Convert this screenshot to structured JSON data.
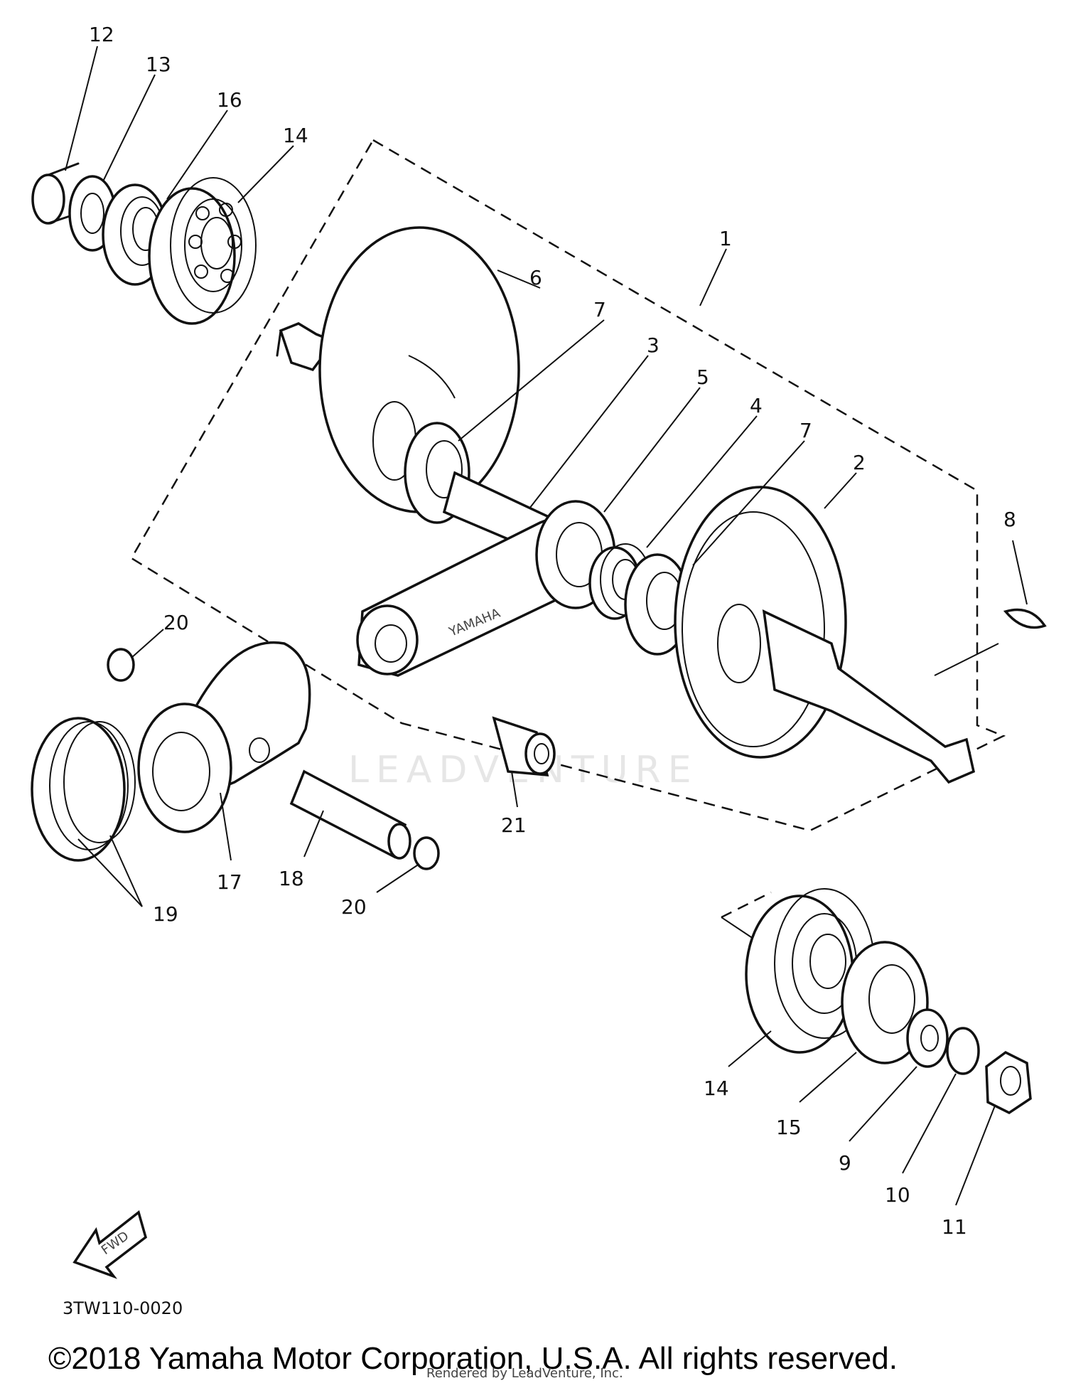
{
  "diagram": {
    "callouts": [
      "12",
      "13",
      "16",
      "14",
      "6",
      "7",
      "3",
      "5",
      "4",
      "7",
      "2",
      "8",
      "1",
      "20",
      "17",
      "18",
      "20",
      "19",
      "21",
      "14",
      "15",
      "9",
      "10",
      "11"
    ],
    "fwd_label": "FWD",
    "rod_marking": "YAMAHA",
    "diagram_code": "3TW110-0020",
    "watermark": "LEADVENTURE",
    "rendered_by": "Rendered by LeadVenture, Inc.",
    "copyright": "©2018 Yamaha Motor Corporation, U.S.A. All rights reserved."
  }
}
